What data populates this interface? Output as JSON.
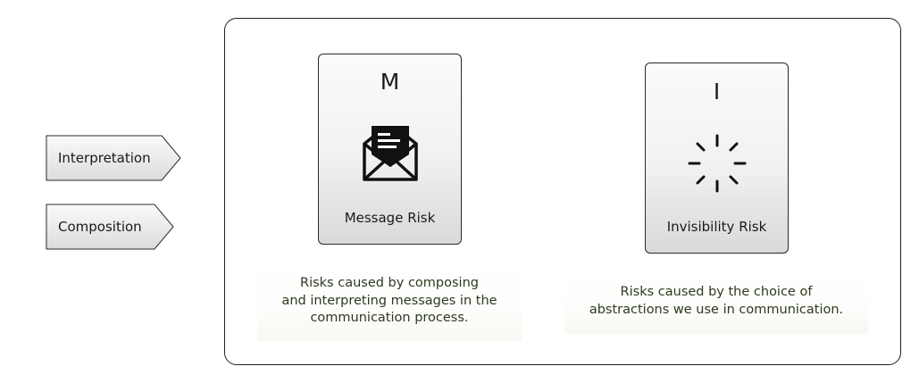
{
  "tags": {
    "interpretation": "Interpretation",
    "composition": "Composition"
  },
  "cards": {
    "message": {
      "letter": "M",
      "title": "Message Risk",
      "icon": "envelope-letter-icon",
      "description": [
        "Risks caused by composing",
        "and interpreting messages in the",
        "communication process."
      ]
    },
    "invisibility": {
      "letter": "I",
      "title": "Invisibility Risk",
      "icon": "loading-spinner-icon",
      "description": [
        "Risks caused by the choice of",
        "abstractions we use in communication."
      ]
    }
  },
  "colors": {
    "description_text": "#2d3a1e",
    "border": "#1f1f1f"
  }
}
